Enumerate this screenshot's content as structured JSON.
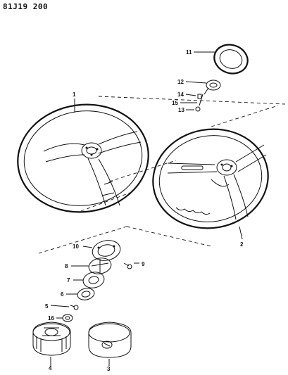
{
  "header": {
    "diagram_code": "81J19 200"
  },
  "callouts": [
    "1",
    "2",
    "3",
    "4",
    "5",
    "6",
    "7",
    "8",
    "9",
    "10",
    "11",
    "12",
    "13",
    "14",
    "15",
    "16"
  ]
}
